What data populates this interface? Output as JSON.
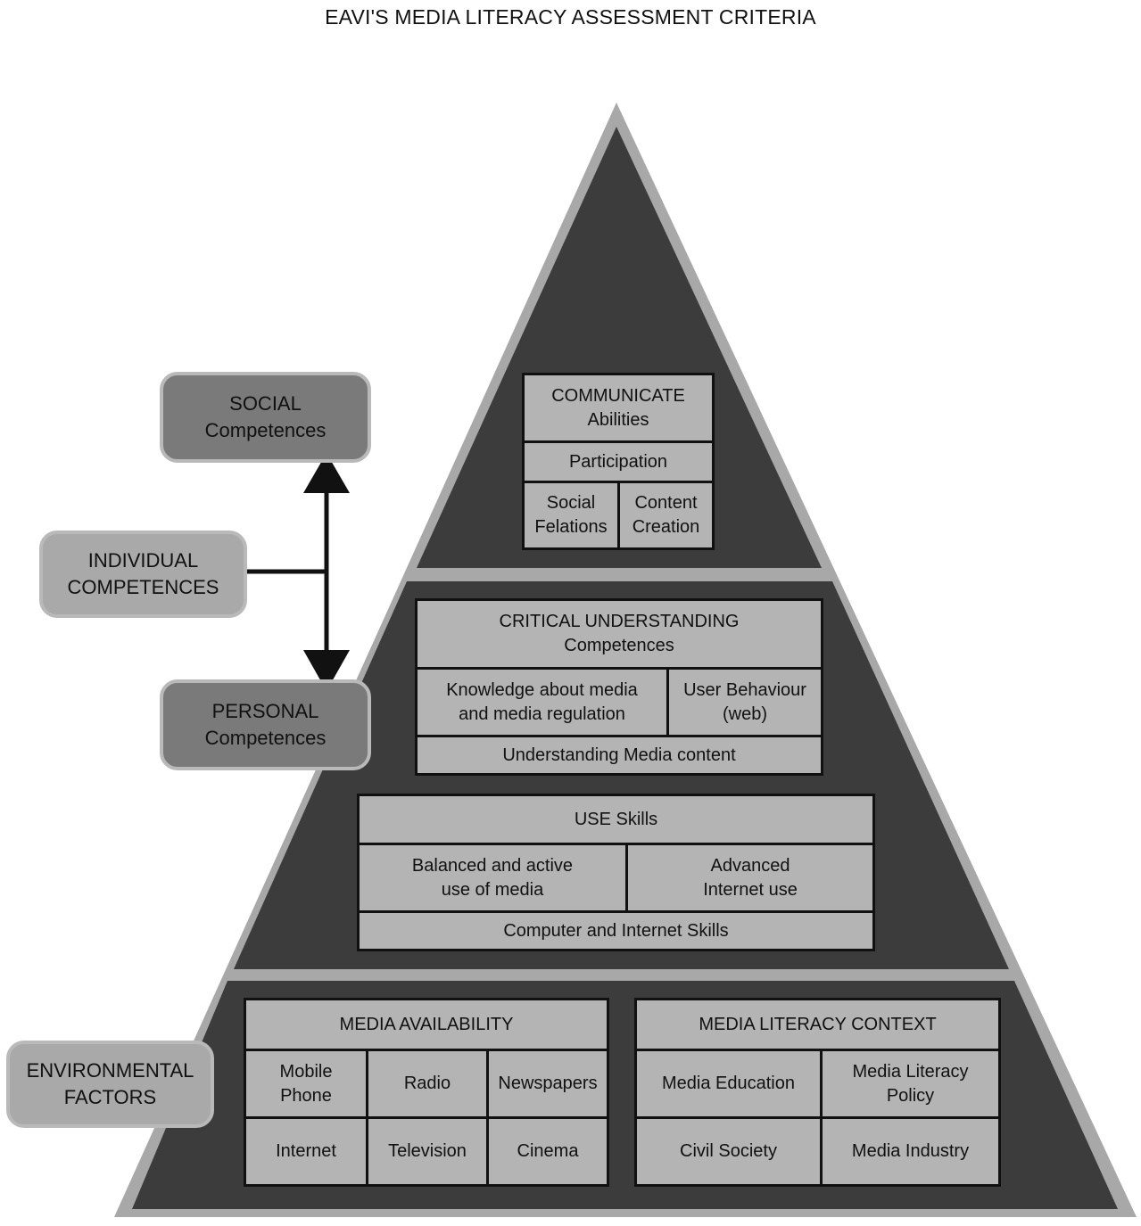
{
  "title": "EAVI'S MEDIA LITERACY ASSESSMENT CRITERIA",
  "side_labels": {
    "social": "SOCIAL\nCompetences",
    "individual": "INDIVIDUAL\nCOMPETENCES",
    "personal": "PERSONAL\nCompetences",
    "environmental": "ENVIRONMENTAL\nFACTORS"
  },
  "communicate": {
    "header": "COMMUNICATE\nAbilities",
    "participation": "Participation",
    "social_relations": "Social\nFelations",
    "content_creation": "Content\nCreation"
  },
  "critical": {
    "header": "CRITICAL UNDERSTANDING\nCompetences",
    "knowledge": "Knowledge about media\nand media regulation",
    "user_behaviour": "User Behaviour\n(web)",
    "understanding": "Understanding Media content"
  },
  "use": {
    "header": "USE Skills",
    "balanced": "Balanced and active\nuse of media",
    "advanced": "Advanced\nInternet use",
    "computer": "Computer and Internet Skills"
  },
  "media_availability": {
    "header": "MEDIA AVAILABILITY",
    "mobile": "Mobile\nPhone",
    "radio": "Radio",
    "newspapers": "Newspapers",
    "internet": "Internet",
    "television": "Television",
    "cinema": "Cinema"
  },
  "media_context": {
    "header": "MEDIA LITERACY CONTEXT",
    "education": "Media Education",
    "policy": "Media Literacy\nPolicy",
    "civil": "Civil Society",
    "industry": "Media Industry"
  }
}
